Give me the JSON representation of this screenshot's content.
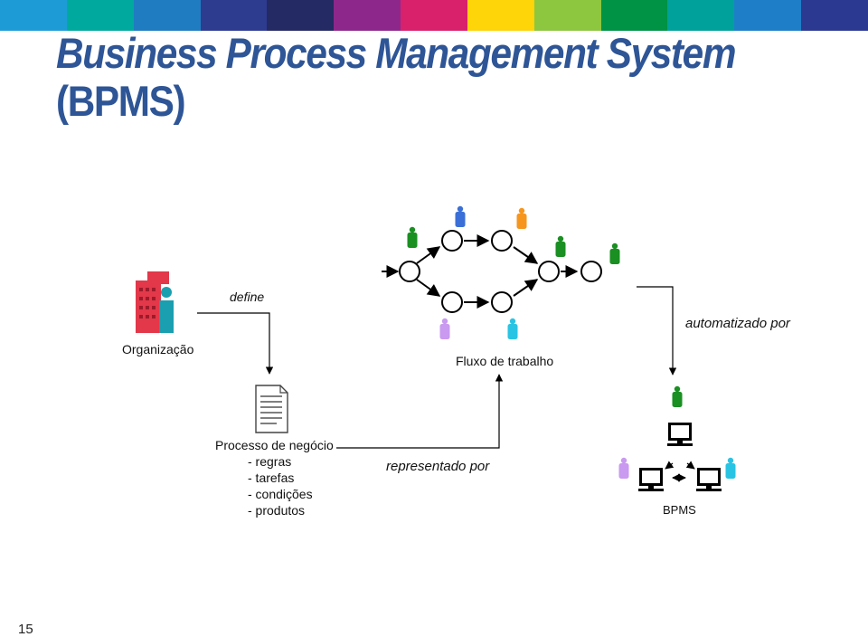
{
  "header": {
    "stripe_colors": [
      "#1d9bd7",
      "#00a99d",
      "#1f7cc1",
      "#2e3c90",
      "#242a63",
      "#8e278c",
      "#d8206b",
      "#fdd508",
      "#8dc63f",
      "#009245",
      "#00a19a",
      "#1e7ec8",
      "#2b3990"
    ]
  },
  "title": {
    "line1": "Business Process Management System",
    "line2": "(BPMS)"
  },
  "labels": {
    "define": "define",
    "organization": "Organização",
    "workflow": "Fluxo de trabalho",
    "automated_by": "automatizado por",
    "represented_by": "representado por",
    "bpms": "BPMS"
  },
  "process": {
    "heading": "Processo de negócio",
    "items": [
      "- regras",
      "- tarefas",
      "- condições",
      "- produtos"
    ]
  },
  "page_number": "15",
  "icons": {
    "organization": "building-icon",
    "document": "document-icon",
    "workflow": "workflow-network-icon",
    "bpms": "computer-network-icon",
    "person": "person-icon"
  },
  "colors": {
    "title": "#2e5596",
    "person_green": "#1a8f22",
    "person_blue": "#3a6fd8",
    "person_orange": "#f7961d",
    "person_lilac": "#c99af0",
    "person_cyan": "#29c4e4",
    "building_red": "#e2384a",
    "building_teal": "#1a9fb0"
  }
}
